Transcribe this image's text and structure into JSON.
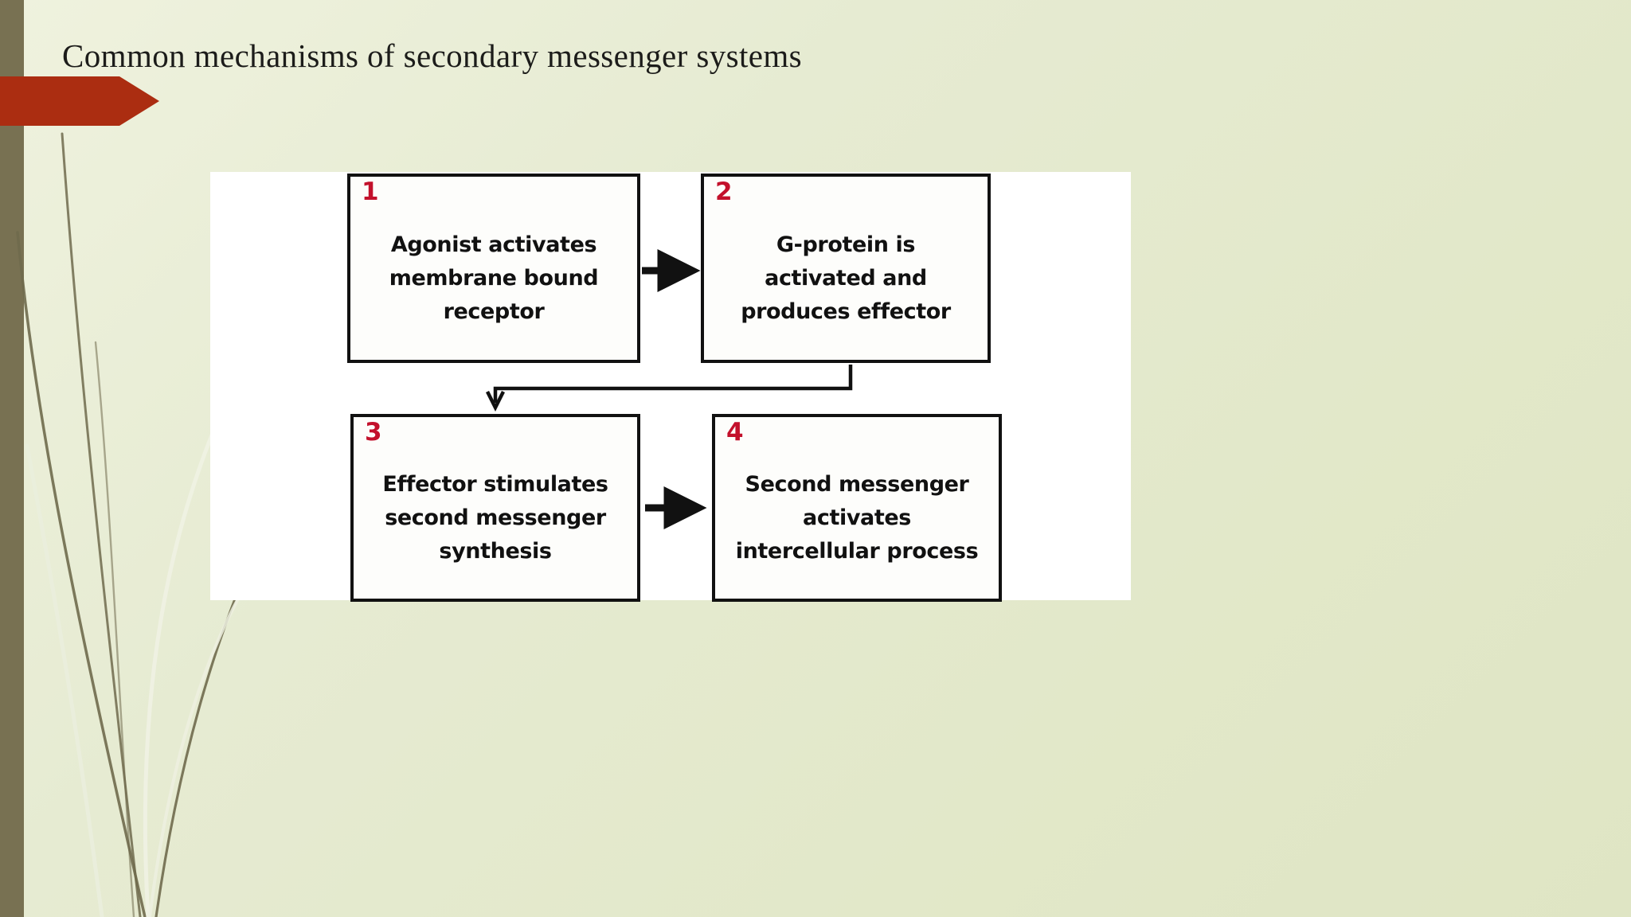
{
  "slide": {
    "title": "Common mechanisms of secondary messenger systems",
    "background_color": "#E4E9CF",
    "accent_bar_color": "#787152",
    "banner_color": "#AB2D11"
  },
  "diagram": {
    "type": "flowchart",
    "step_number_color": "#C3112C",
    "box_border_color": "#111111",
    "box_fill_color": "#FDFDFB",
    "boxes": [
      {
        "number": "1",
        "text": "Agonist activates\nmembrane bound\nreceptor"
      },
      {
        "number": "2",
        "text": "G-protein is\nactivated and\nproduces effector"
      },
      {
        "number": "3",
        "text": "Effector stimulates\nsecond messenger\nsynthesis"
      },
      {
        "number": "4",
        "text": "Second messenger\nactivates\nintercellular process"
      }
    ],
    "connectors": [
      {
        "from": "1",
        "to": "2",
        "style": "straight-right-arrow"
      },
      {
        "from": "2",
        "to": "3",
        "style": "elbow-down-left-arrow"
      },
      {
        "from": "3",
        "to": "4",
        "style": "straight-right-arrow"
      }
    ]
  }
}
